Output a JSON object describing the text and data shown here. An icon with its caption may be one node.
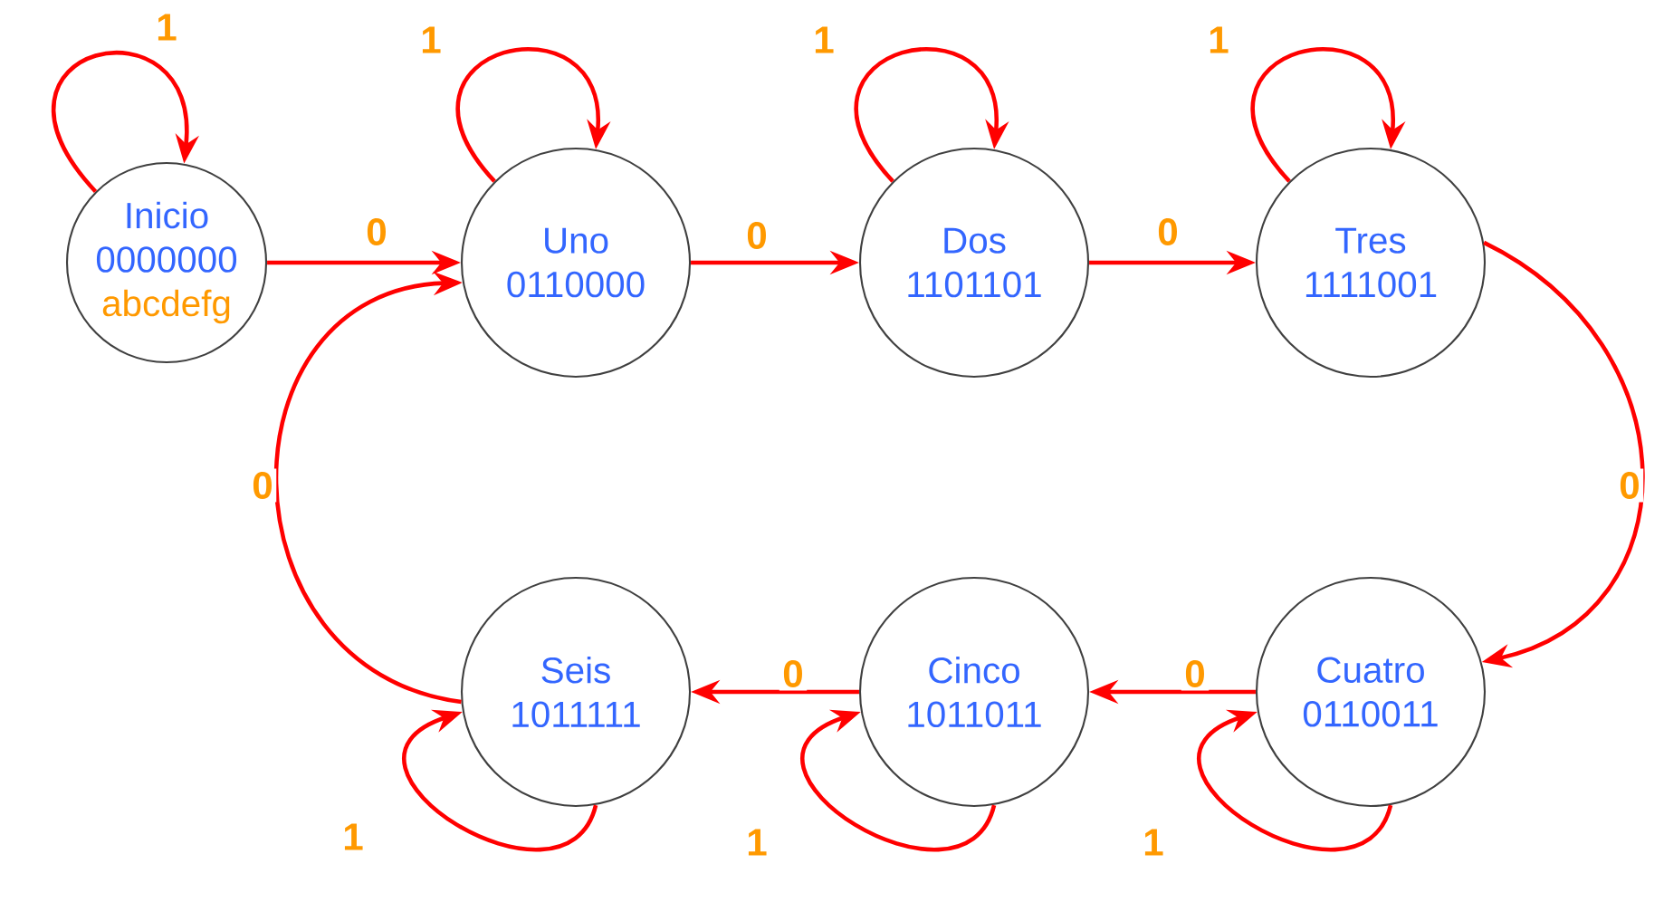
{
  "diagram": {
    "nodes": [
      {
        "text": [
          "Inicio",
          "0000000",
          "abcdefg"
        ]
      },
      {
        "text": [
          "Uno",
          "0110000"
        ]
      },
      {
        "text": [
          "Dos",
          "1101101"
        ]
      },
      {
        "text": [
          "Tres",
          "1111001"
        ]
      },
      {
        "text": [
          "Cuatro",
          "0110011"
        ]
      },
      {
        "text": [
          "Cinco",
          "1011011"
        ]
      },
      {
        "text": [
          "Seis",
          "1011111"
        ]
      }
    ],
    "edges": [
      {
        "from": 0,
        "to": 0,
        "arrow": "to",
        "label": "1"
      },
      {
        "from": 1,
        "to": 1,
        "arrow": "to",
        "label": "1"
      },
      {
        "from": 2,
        "to": 2,
        "arrow": "to",
        "label": "1"
      },
      {
        "from": 3,
        "to": 3,
        "arrow": "to",
        "label": "1"
      },
      {
        "from": 0,
        "to": 1,
        "arrow": "to",
        "label": "0"
      },
      {
        "from": 1,
        "to": 2,
        "arrow": "to",
        "label": "0"
      },
      {
        "from": 2,
        "to": 3,
        "arrow": "to",
        "label": "0"
      },
      {
        "from": 3,
        "to": 4,
        "arrow": "to",
        "label": "0"
      },
      {
        "from": 4,
        "to": 5,
        "arrow": "to",
        "label": "0"
      },
      {
        "from": 5,
        "to": 6,
        "arrow": "to",
        "label": "0"
      },
      {
        "from": 6,
        "to": 1,
        "arrow": "to",
        "label": "0"
      },
      {
        "from": 6,
        "to": 6,
        "arrow": "to",
        "label": "1"
      },
      {
        "from": 5,
        "to": 5,
        "arrow": "to",
        "label": "1"
      },
      {
        "from": 4,
        "to": 4,
        "arrow": "to",
        "label": "1"
      }
    ]
  }
}
